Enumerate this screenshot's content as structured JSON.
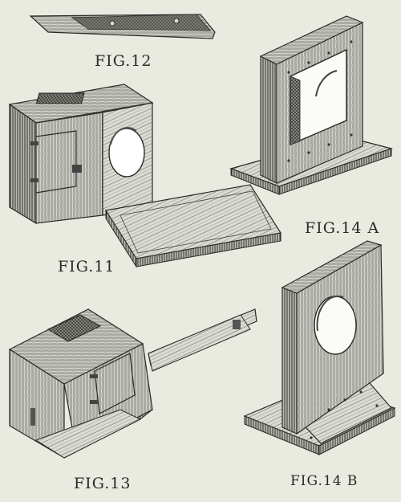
{
  "figures": [
    {
      "id": "fig12",
      "caption": "FIG.12"
    },
    {
      "id": "fig11",
      "caption": "FIG.11"
    },
    {
      "id": "fig14a",
      "caption": "FIG.14 A"
    },
    {
      "id": "fig13",
      "caption": "FIG.13"
    },
    {
      "id": "fig14b",
      "caption": "FIG.14 B"
    }
  ],
  "colors": {
    "paper": "#e9ebe1",
    "ink": "#2a2a28",
    "wood_light": "#d9d9cf",
    "wood_mid": "#b9b9ae",
    "wood_dark": "#8d8d84"
  }
}
